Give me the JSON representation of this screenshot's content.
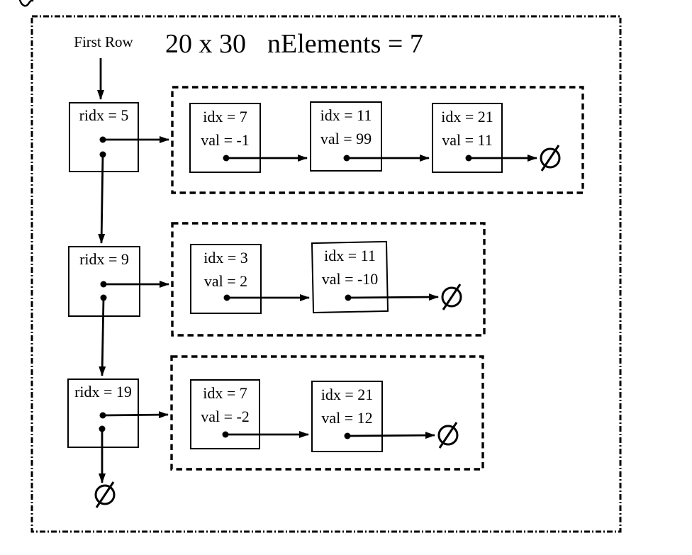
{
  "header": {
    "first_row_label": "First Row",
    "matrix_dims": "20 x 30",
    "n_elements_label": "nElements = 7"
  },
  "matrix": {
    "rows": [
      {
        "label": "ridx = 5",
        "elements": [
          {
            "idx": "idx = 7",
            "val": "val = -1"
          },
          {
            "idx": "idx = 11",
            "val": "val = 99"
          },
          {
            "idx": "idx = 21",
            "val": "val = 11"
          }
        ]
      },
      {
        "label": "ridx = 9",
        "elements": [
          {
            "idx": "idx = 3",
            "val": "val = 2"
          },
          {
            "idx": "idx = 11",
            "val": "val = -10"
          }
        ]
      },
      {
        "label": "ridx = 19",
        "elements": [
          {
            "idx": "idx = 7",
            "val": "val = -2"
          },
          {
            "idx": "idx = 21",
            "val": "val = 12"
          }
        ]
      }
    ]
  },
  "icons": {
    "null_pointer": "∅"
  },
  "colors": {
    "ink": "#000000",
    "background": "#ffffff"
  }
}
